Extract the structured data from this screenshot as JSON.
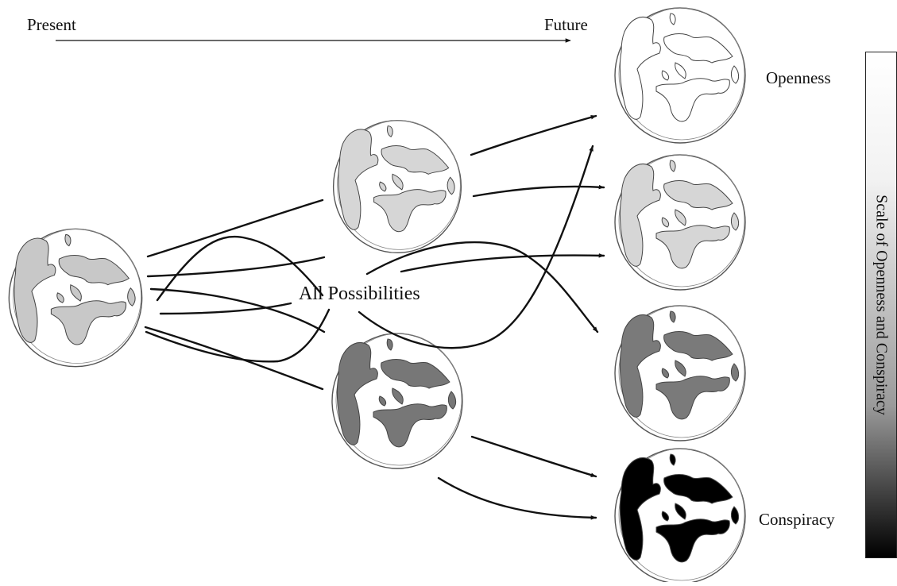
{
  "labels": {
    "present": "Present",
    "future": "Future",
    "center": "All Possibilities",
    "top_outcome": "Openness",
    "bottom_outcome": "Conspiracy",
    "scale_title": "Scale of Openness and Conspiracy"
  },
  "colors": {
    "line": "#111111",
    "globe_outline": "#555555",
    "land_light": "#c8c8c8",
    "land_lighter": "#d6d6d6",
    "land_mid": "#777777",
    "land_dark": "#7a7a7a",
    "land_black": "#000000",
    "scale_top": "#ffffff",
    "scale_bottom": "#000000"
  },
  "globes": [
    {
      "id": "present-globe",
      "stage": "present",
      "land": "land_light"
    },
    {
      "id": "middle-upper-globe",
      "stage": "middle",
      "land": "land_lighter"
    },
    {
      "id": "middle-lower-globe",
      "stage": "middle",
      "land": "land_mid"
    },
    {
      "id": "future-globe-1",
      "stage": "future",
      "land": "scale_top"
    },
    {
      "id": "future-globe-2",
      "stage": "future",
      "land": "land_lighter"
    },
    {
      "id": "future-globe-3",
      "stage": "future",
      "land": "land_dark"
    },
    {
      "id": "future-globe-4",
      "stage": "future",
      "land": "land_black"
    }
  ]
}
